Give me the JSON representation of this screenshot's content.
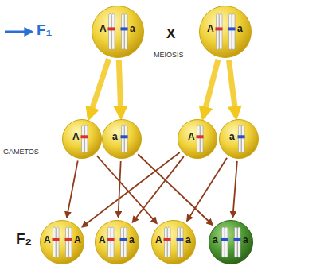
{
  "diagram": {
    "nodes": [
      {
        "text": [
          "A",
          "a"
        ]
      },
      {
        "text": [
          "A",
          "a"
        ]
      },
      {
        "text": [
          "A"
        ]
      },
      {
        "text": [
          "a"
        ]
      },
      {
        "text": [
          "A"
        ]
      },
      {
        "text": [
          "a"
        ]
      },
      {
        "text": [
          "A",
          "A"
        ]
      },
      {
        "text": [
          "A",
          "a"
        ]
      },
      {
        "text": [
          "A",
          "a"
        ]
      },
      {
        "text": [
          "a",
          "a"
        ]
      }
    ],
    "edges": [
      {
        "from": 0,
        "to": 2,
        "arrow": "to"
      },
      {
        "from": 0,
        "to": 3,
        "arrow": "to"
      },
      {
        "from": 1,
        "to": 4,
        "arrow": "to"
      },
      {
        "from": 1,
        "to": 5,
        "arrow": "to"
      },
      {
        "from": 2,
        "to": 6,
        "arrow": "to"
      },
      {
        "from": 2,
        "to": 8,
        "arrow": "to"
      },
      {
        "from": 3,
        "to": 7,
        "arrow": "to"
      },
      {
        "from": 3,
        "to": 9,
        "arrow": "to"
      },
      {
        "from": 4,
        "to": 6,
        "arrow": "to"
      },
      {
        "from": 4,
        "to": 7,
        "arrow": "to"
      },
      {
        "from": 5,
        "to": 8,
        "arrow": "to"
      },
      {
        "from": 5,
        "to": 9,
        "arrow": "to"
      }
    ],
    "labels": [
      "F₁",
      "X",
      "MEIOSIS",
      "GAMETOS",
      "F₂"
    ]
  }
}
